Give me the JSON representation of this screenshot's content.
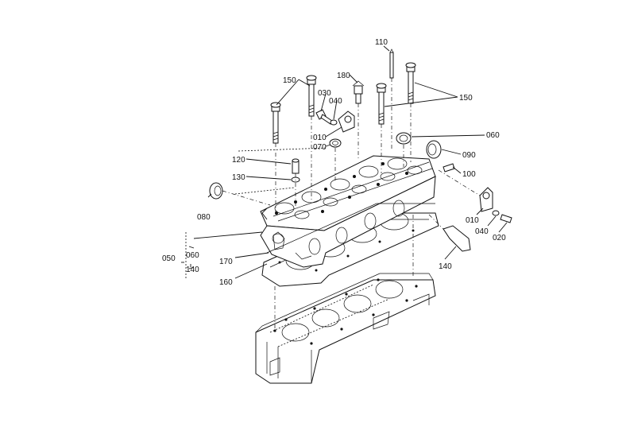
{
  "callouts": {
    "c110": "110",
    "c180": "180",
    "c150_left": "150",
    "c150_right": "150",
    "c030": "030",
    "c040_top": "040",
    "c010_top": "010",
    "c070": "070",
    "c060_right": "060",
    "c090": "090",
    "c120": "120",
    "c100": "100",
    "c130": "130",
    "c080": "080",
    "c010_right": "010",
    "c040_right": "040",
    "c020": "020",
    "c050": "050",
    "c060_left": "060",
    "c140_left": "140",
    "c170": "170",
    "c160": "160",
    "c140_right": "140"
  }
}
